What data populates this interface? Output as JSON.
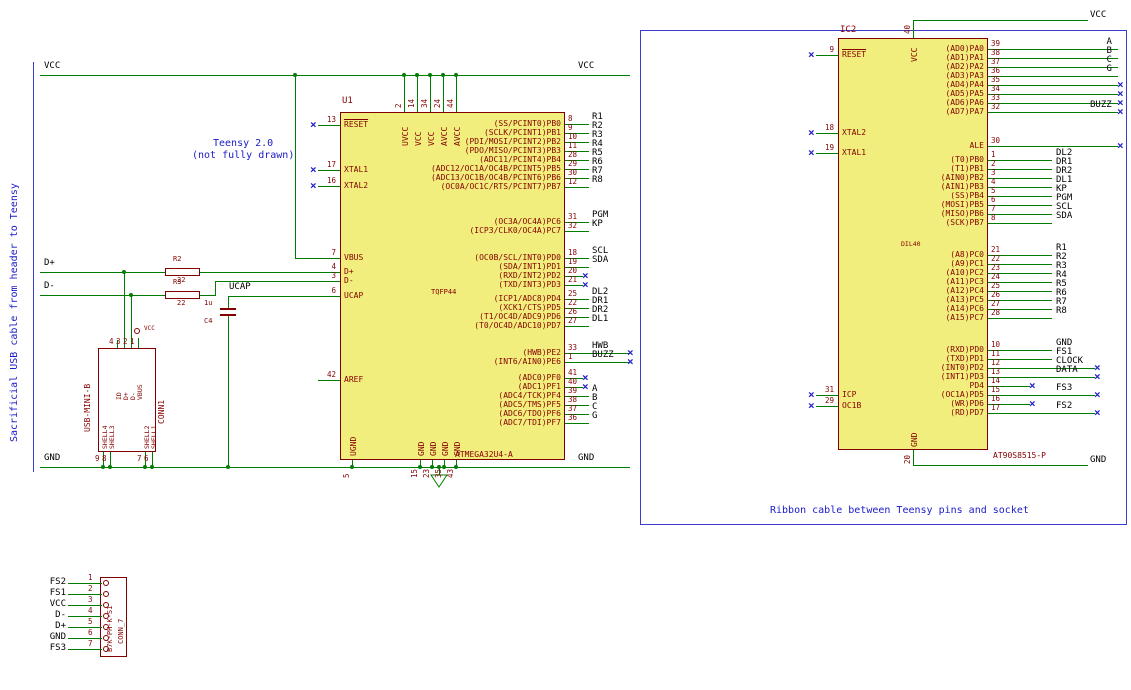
{
  "notes": {
    "usb_cable": "Sacrificial USB cable from header to Teensy",
    "teensy1": "Teensy 2.0",
    "teensy2": "(not fully drawn)",
    "ribbon": "Ribbon cable between Teensy pins and socket"
  },
  "power": {
    "vcc": "VCC",
    "gnd": "GND"
  },
  "wire_labels": {
    "dplus": "D+",
    "dminus": "D-",
    "ucap": "UCAP"
  },
  "colors": {
    "wire": "#007d00",
    "body_fill": "#f2ee7d",
    "outline": "#800000",
    "pin_text": "#840000",
    "label": "#000000",
    "note": "#1a1ac8",
    "no_connect": "#2323c8",
    "sheet": "#3c3ccc"
  },
  "u1": {
    "ref": "U1",
    "value": "ATMEGA32U4-A",
    "package": "TQFP44",
    "left_pins": [
      {
        "num": "13",
        "name": "RESET",
        "bar": true,
        "nc": true
      },
      {
        "num": "17",
        "name": "XTAL1",
        "nc": true
      },
      {
        "num": "16",
        "name": "XTAL2",
        "nc": true
      },
      {
        "num": "7",
        "name": "VBUS"
      },
      {
        "num": "4",
        "name": "D+"
      },
      {
        "num": "3",
        "name": "D-"
      },
      {
        "num": "6",
        "name": "UCAP"
      },
      {
        "num": "42",
        "name": "AREF"
      }
    ],
    "top_pins": [
      {
        "num": "2",
        "name": "UVCC"
      },
      {
        "num": "14",
        "name": "VCC"
      },
      {
        "num": "34",
        "name": "VCC"
      },
      {
        "num": "24",
        "name": "AVCC"
      },
      {
        "num": "44",
        "name": "AVCC"
      }
    ],
    "bottom_pins": [
      {
        "num": "5",
        "name": "UGND"
      },
      {
        "num": "15",
        "name": "GND"
      },
      {
        "num": "23",
        "name": "GND"
      },
      {
        "num": "35",
        "name": "GND"
      },
      {
        "num": "43",
        "name": "GND"
      }
    ],
    "right_groups": {
      "pb": [
        {
          "name": "(SS/PCINT0)PB0",
          "num": "8",
          "label": "R1"
        },
        {
          "name": "(SCLK/PCINT1)PB1",
          "num": "9",
          "label": "R2"
        },
        {
          "name": "(PDI/MOSI/PCINT2)PB2",
          "num": "10",
          "label": "R3"
        },
        {
          "name": "(PDO/MISO/PCINT3)PB3",
          "num": "11",
          "label": "R4"
        },
        {
          "name": "(ADC11/PCINT4)PB4",
          "num": "28",
          "label": "R5"
        },
        {
          "name": "(ADC12/OC1A/OC4B/PCINT5)PB5",
          "num": "29",
          "label": "R6"
        },
        {
          "name": "(ADC13/OC1B/OC4B/PCINT6)PB6",
          "num": "30",
          "label": "R7"
        },
        {
          "name": "(OC0A/OC1C/RTS/PCINT7)PB7",
          "num": "12",
          "label": "R8"
        }
      ],
      "pc": [
        {
          "name": "(OC3A/OC4A)PC6",
          "num": "31",
          "label": "PGM"
        },
        {
          "name": "(ICP3/CLK0/OC4A)PC7",
          "num": "32",
          "label": "KP"
        }
      ],
      "pd": [
        {
          "name": "(OC0B/SCL/INT0)PD0",
          "num": "18",
          "label": "SCL"
        },
        {
          "name": "(SDA/INT1)PD1",
          "num": "19",
          "label": "SDA"
        },
        {
          "name": "(RXD/INT2)PD2",
          "num": "20",
          "nc": true
        },
        {
          "name": "(TXD/INT3)PD3",
          "num": "21",
          "nc": true
        },
        {
          "name": "(ICP1/ADC8)PD4",
          "num": "25",
          "label": "DL2"
        },
        {
          "name": "(XCK1/CTS)PD5",
          "num": "22",
          "label": "DR1"
        },
        {
          "name": "(T1/OC4D/ADC9)PD6",
          "num": "26",
          "label": "DR2"
        },
        {
          "name": "(T0/OC4D/ADC10)PD7",
          "num": "27",
          "label": "DL1"
        }
      ],
      "pe": [
        {
          "name": "(HWB)PE2",
          "num": "33",
          "label": "HWB",
          "nc": true
        },
        {
          "name": "(INT6/AIN0)PE6",
          "num": "1",
          "label": "BUZZ",
          "nc": true
        }
      ],
      "pf": [
        {
          "name": "(ADC0)PF0",
          "num": "41",
          "nc": true
        },
        {
          "name": "(ADC1)PF1",
          "num": "40",
          "nc": true
        },
        {
          "name": "(ADC4/TCK)PF4",
          "num": "39",
          "label": "A"
        },
        {
          "name": "(ADC5/TMS)PF5",
          "num": "38",
          "label": "B"
        },
        {
          "name": "(ADC6/TDO)PF6",
          "num": "37",
          "label": "C"
        },
        {
          "name": "(ADC7/TDI)PF7",
          "num": "36",
          "label": "G"
        }
      ]
    }
  },
  "r2": {
    "ref": "R2",
    "value": "22"
  },
  "r3": {
    "ref": "R3",
    "value": "22"
  },
  "c4": {
    "ref": "C4",
    "value": "1u"
  },
  "usb": {
    "ref": "CONN1",
    "value": "USB-MINI-B",
    "power_pin": "VCC",
    "top_pins": [
      {
        "num": "4",
        "name": "ID"
      },
      {
        "num": "3",
        "name": "D+"
      },
      {
        "num": "2",
        "name": "D-"
      },
      {
        "num": "1",
        "name": "VBUS"
      }
    ],
    "shell_pins": [
      {
        "num": "9",
        "name": "SHELL4"
      },
      {
        "num": "8",
        "name": "SHELL3"
      },
      {
        "num": "7",
        "name": "SHELL2"
      },
      {
        "num": "6",
        "name": "SHELL1"
      }
    ]
  },
  "conn7": {
    "ref": "CONN_7",
    "value": "B7K-PH-K-S1",
    "rows": [
      {
        "num": "1",
        "label": "FS2"
      },
      {
        "num": "2",
        "label": "FS1"
      },
      {
        "num": "3",
        "label": "VCC"
      },
      {
        "num": "4",
        "label": "D-"
      },
      {
        "num": "5",
        "label": "D+"
      },
      {
        "num": "6",
        "label": "GND"
      },
      {
        "num": "7",
        "label": "FS3"
      }
    ]
  },
  "ic2": {
    "ref": "IC2",
    "value": "AT90S8515-P",
    "package": "DIL40",
    "left_pins": [
      {
        "num": "9",
        "name": "RESET",
        "bar": true,
        "nc": true
      },
      {
        "num": "18",
        "name": "XTAL2",
        "nc": true
      },
      {
        "num": "19",
        "name": "XTAL1",
        "nc": true
      },
      {
        "num": "31",
        "name": "ICP",
        "nc": true
      },
      {
        "num": "29",
        "name": "OC1B",
        "nc": true
      }
    ],
    "top_pin": {
      "num": "40",
      "name": "VCC"
    },
    "bottom_pin": {
      "num": "20",
      "name": "GND"
    },
    "right_groups": {
      "pa": [
        {
          "name": "(AD0)PA0",
          "num": "39",
          "label": "A"
        },
        {
          "name": "(AD1)PA1",
          "num": "38",
          "label": "B"
        },
        {
          "name": "(AD2)PA2",
          "num": "37",
          "label": "C"
        },
        {
          "name": "(AD3)PA3",
          "num": "36",
          "label": "G"
        },
        {
          "name": "(AD4)PA4",
          "num": "35",
          "nc": true
        },
        {
          "name": "(AD5)PA5",
          "num": "34",
          "nc": true
        },
        {
          "name": "(AD6)PA6",
          "num": "33",
          "nc": true
        },
        {
          "name": "(AD7)PA7",
          "num": "32",
          "label": "BUZZ",
          "nc": true
        }
      ],
      "ale": [
        {
          "name": "ALE",
          "num": "30",
          "nc": true
        }
      ],
      "pb": [
        {
          "name": "(T0)PB0",
          "num": "1",
          "label": "DL2"
        },
        {
          "name": "(T1)PB1",
          "num": "2",
          "label": "DR1"
        },
        {
          "name": "(AIN0)PB2",
          "num": "3",
          "label": "DR2"
        },
        {
          "name": "(AIN1)PB3",
          "num": "4",
          "label": "DL1"
        },
        {
          "name": "(SS)PB4",
          "num": "5",
          "label": "KP"
        },
        {
          "name": "(MOSI)PB5",
          "num": "6",
          "label": "PGM"
        },
        {
          "name": "(MISO)PB6",
          "num": "7",
          "label": "SCL"
        },
        {
          "name": "(SCK)PB7",
          "num": "8",
          "label": "SDA"
        }
      ],
      "pc": [
        {
          "name": "(A8)PC0",
          "num": "21",
          "label": "R1"
        },
        {
          "name": "(A9)PC1",
          "num": "22",
          "label": "R2"
        },
        {
          "name": "(A10)PC2",
          "num": "23",
          "label": "R3"
        },
        {
          "name": "(A11)PC3",
          "num": "24",
          "label": "R4"
        },
        {
          "name": "(A12)PC4",
          "num": "25",
          "label": "R5"
        },
        {
          "name": "(A13)PC5",
          "num": "26",
          "label": "R6"
        },
        {
          "name": "(A14)PC6",
          "num": "27",
          "label": "R7"
        },
        {
          "name": "(A15)PC7",
          "num": "28",
          "label": "R8"
        }
      ],
      "pd": [
        {
          "name": "(RXD)PD0",
          "num": "10",
          "label": "GND"
        },
        {
          "name": "(TXD)PD1",
          "num": "11",
          "label": "FS1"
        },
        {
          "name": "(INT0)PD2",
          "num": "12",
          "label": "CLOCK",
          "nc": true
        },
        {
          "name": "(INT1)PD3",
          "num": "13",
          "label": "DATA",
          "nc": true
        },
        {
          "name": "PD4",
          "num": "14",
          "nc": true
        },
        {
          "name": "(OC1A)PD5",
          "num": "15",
          "label": "FS3",
          "nc": true
        },
        {
          "name": "(WR)PD6",
          "num": "16",
          "nc": true
        },
        {
          "name": "(RD)PD7",
          "num": "17",
          "label": "FS2",
          "nc": true
        }
      ]
    }
  }
}
